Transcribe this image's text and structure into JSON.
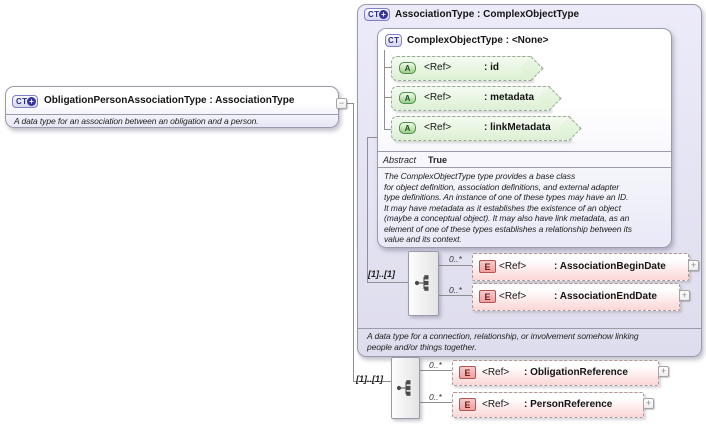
{
  "icons": {
    "plus": "+",
    "collapse": "−",
    "expand": "+"
  },
  "root_type": {
    "kind": "CT",
    "title": "ObligationPersonAssociationType : AssociationType",
    "description": "A data type for an association between an obligation and a person."
  },
  "base_type": {
    "kind": "CT",
    "title": "AssociationType : ComplexObjectType",
    "description": "A data type for a connection, relationship, or involvement somehow linking\npeople and/or things together.",
    "base": {
      "kind": "CT",
      "title": "ComplexObjectType : <None>",
      "attributes": [
        {
          "kind": "A",
          "ref": "<Ref>",
          "name": ": id"
        },
        {
          "kind": "A",
          "ref": "<Ref>",
          "name": ": metadata"
        },
        {
          "kind": "A",
          "ref": "<Ref>",
          "name": ": linkMetadata"
        }
      ],
      "facet_label": "Abstract",
      "facet_value": "True",
      "description": "The ComplexObjectType type provides a base class\nfor object definition, association definitions, and external adapter\ntype definitions. An instance of one of these types may have an ID.\nIt may have metadata as it establishes the existence of an object\n(maybe a conceptual object). It may also have link metadata, as an\nelement of one of these types establishes a relationship between its\nvalue and its context."
    },
    "sequence": {
      "cardinality": "[1]..[1]",
      "elements": [
        {
          "kind": "E",
          "occurs": "0..*",
          "ref": "<Ref>",
          "name": ": AssociationBeginDate"
        },
        {
          "kind": "E",
          "occurs": "0..*",
          "ref": "<Ref>",
          "name": ": AssociationEndDate"
        }
      ]
    }
  },
  "root_sequence": {
    "cardinality": "[1]..[1]",
    "elements": [
      {
        "kind": "E",
        "occurs": "0..*",
        "ref": "<Ref>",
        "name": ": ObligationReference"
      },
      {
        "kind": "E",
        "occurs": "0..*",
        "ref": "<Ref>",
        "name": ": PersonReference"
      }
    ]
  }
}
